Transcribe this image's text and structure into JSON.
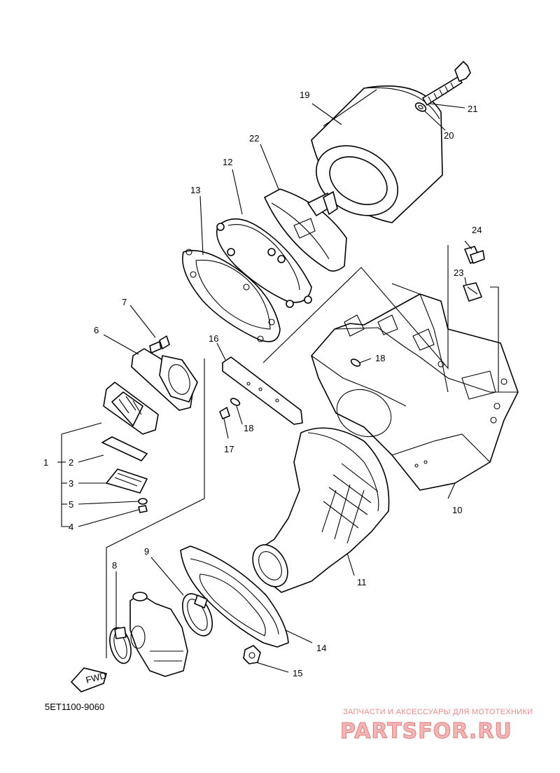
{
  "diagram": {
    "code": "5ET1100-9060",
    "fwd_label": "FWD",
    "callouts": [
      "1",
      "2",
      "3",
      "4",
      "5",
      "6",
      "7",
      "8",
      "9",
      "10",
      "11",
      "12",
      "13",
      "14",
      "15",
      "16",
      "17",
      "18",
      "19",
      "20",
      "21",
      "22",
      "23",
      "24"
    ]
  },
  "watermark": {
    "tagline": "ЗАПЧАСТИ И АКСЕССУАРЫ ДЛЯ МОТОТЕХНИКИ",
    "logo": "PARTSFOR.RU"
  }
}
